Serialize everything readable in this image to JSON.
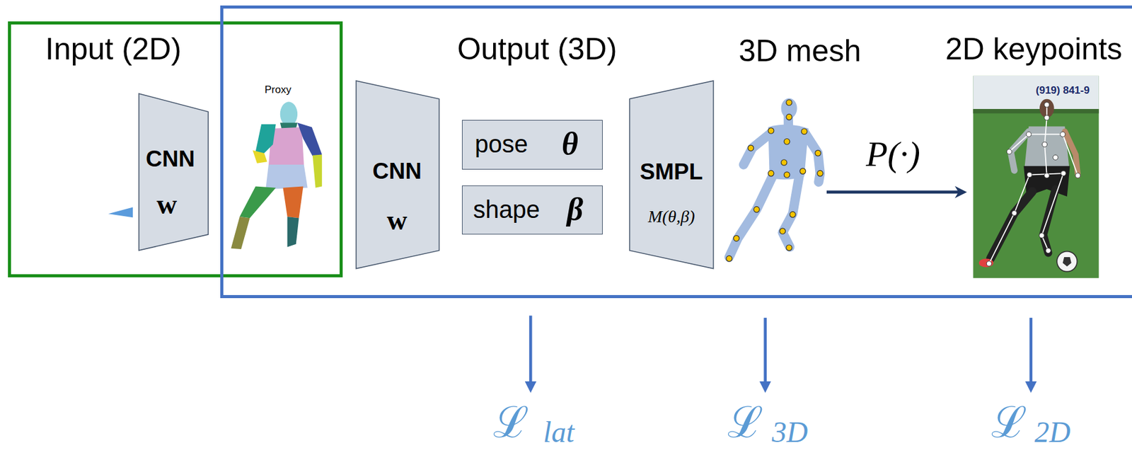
{
  "diagram": {
    "nodes": [
      {
        "text": [
          "Input (2D)"
        ]
      },
      {
        "text": [
          "CNN",
          "w"
        ],
        "in": 0
      },
      {
        "text": [
          "Proxy"
        ],
        "in": 0
      },
      {
        "text": [
          "Output (3D)"
        ]
      },
      {
        "text": [
          "CNN",
          "w"
        ],
        "in": 3
      },
      {
        "text": [
          "pose",
          "θ"
        ],
        "in": 3
      },
      {
        "text": [
          "shape",
          "β"
        ],
        "in": 3
      },
      {
        "text": [
          "SMPL",
          "M(θ,β)"
        ],
        "in": 3
      },
      {
        "text": [
          "3D mesh"
        ],
        "in": 3
      },
      {
        "text": [
          "2D keypoints"
        ],
        "in": 3
      }
    ],
    "edges": [
      {
        "from": 8,
        "to": 9,
        "arrow": "to",
        "label": "P(·)"
      }
    ],
    "labels": [
      "(919) 841-9",
      "ℒ",
      "lat",
      "ℒ",
      "3D",
      "ℒ",
      "2D"
    ]
  }
}
